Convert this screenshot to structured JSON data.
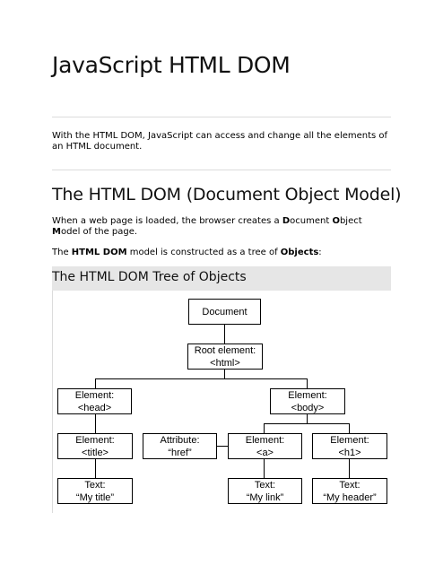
{
  "page_title": "JavaScript HTML DOM",
  "intro": "With the HTML DOM, JavaScript can access and change all the elements of an HTML document.",
  "section_title": "The HTML DOM (Document Object Model)",
  "load_text": {
    "before": "When a web page is loaded, the browser creates a ",
    "D": "D",
    "ocument": "ocument ",
    "O": "O",
    "bject": "bject ",
    "M": "M",
    "odel": "odel of the page."
  },
  "model_text": {
    "before": "The ",
    "html_dom": "HTML DOM",
    "middle": " model is constructed as a tree of ",
    "objects": "Objects",
    "end": ":"
  },
  "tree_title": "The HTML DOM Tree of Objects",
  "tree": {
    "document": "Document",
    "root_1": "Root element:",
    "root_2": "<html>",
    "head_1": "Element:",
    "head_2": "<head>",
    "body_1": "Element:",
    "body_2": "<body>",
    "title_1": "Element:",
    "title_2": "<title>",
    "attr_1": "Attribute:",
    "attr_2": "“href”",
    "a_1": "Element:",
    "a_2": "<a>",
    "h1_1": "Element:",
    "h1_2": "<h1>",
    "text_title_1": "Text:",
    "text_title_2": "“My title”",
    "text_link_1": "Text:",
    "text_link_2": "“My link”",
    "text_header_1": "Text:",
    "text_header_2": "“My header”"
  }
}
